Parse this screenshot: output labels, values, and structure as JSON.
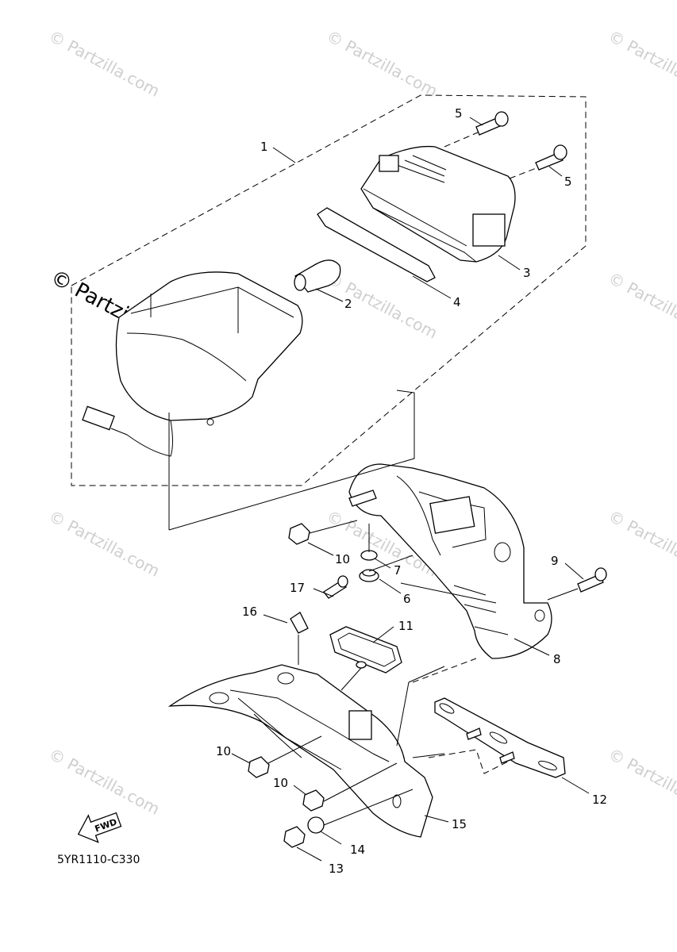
{
  "diagram_code": "5YR1110-C330",
  "fwd_label": "FWD",
  "watermark_text": "© Partzilla.com",
  "callouts": {
    "c1": "1",
    "c2": "2",
    "c3": "3",
    "c4": "4",
    "c5a": "5",
    "c5b": "5",
    "c6": "6",
    "c7": "7",
    "c8": "8",
    "c9": "9",
    "c10a": "10",
    "c10b": "10",
    "c10c": "10",
    "c11": "11",
    "c12": "12",
    "c13": "13",
    "c14": "14",
    "c15": "15",
    "c16": "16",
    "c17": "17"
  }
}
